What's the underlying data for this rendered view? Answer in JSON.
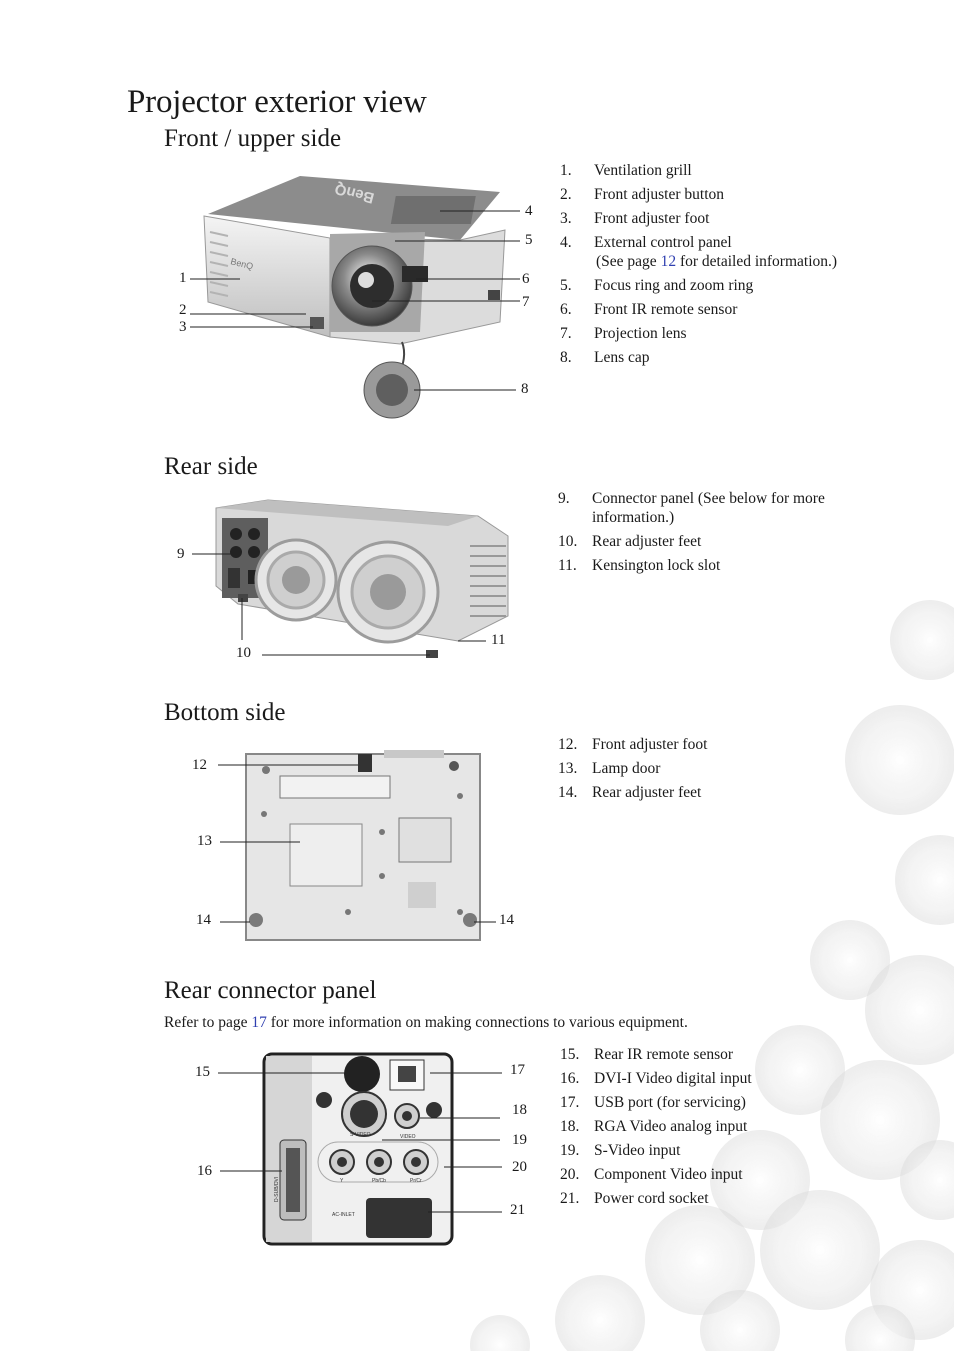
{
  "page": {
    "title": "Projector exterior view"
  },
  "sections": {
    "front": {
      "heading": "Front / upper side",
      "items": [
        {
          "num": "1.",
          "text": "Ventilation grill"
        },
        {
          "num": "2.",
          "text": "Front adjuster button"
        },
        {
          "num": "3.",
          "text": "Front adjuster foot"
        },
        {
          "num": "4.",
          "text": "External control panel"
        },
        {
          "num": "5.",
          "text": "Focus ring and zoom ring"
        },
        {
          "num": "6.",
          "text": "Front IR remote sensor"
        },
        {
          "num": "7.",
          "text": "Projection lens"
        },
        {
          "num": "8.",
          "text": "Lens cap"
        }
      ],
      "item4_detail": {
        "pre": "(See page ",
        "link": "12",
        "post": " for detailed information.)"
      },
      "callouts": [
        "1",
        "2",
        "3",
        "4",
        "5",
        "6",
        "7",
        "8"
      ],
      "logo": "BenQ"
    },
    "rear": {
      "heading": "Rear side",
      "items": [
        {
          "num": "9.",
          "text": "Connector panel (See below for more",
          "text2": "information.)"
        },
        {
          "num": "10.",
          "text": "Rear adjuster feet"
        },
        {
          "num": "11.",
          "text": "Kensington lock slot"
        }
      ],
      "callouts": [
        "9",
        "10",
        "11"
      ]
    },
    "bottom": {
      "heading": "Bottom side",
      "items": [
        {
          "num": "12.",
          "text": "Front adjuster foot"
        },
        {
          "num": "13.",
          "text": "Lamp door"
        },
        {
          "num": "14.",
          "text": "Rear adjuster feet"
        }
      ],
      "callouts": [
        "12",
        "13",
        "14",
        "14"
      ]
    },
    "connector": {
      "heading": "Rear connector panel",
      "intro": {
        "pre": "Refer to page ",
        "link": "17",
        "post": " for more information on making connections to various equipment."
      },
      "items": [
        {
          "num": "15.",
          "text": "Rear IR remote sensor"
        },
        {
          "num": "16.",
          "text": "DVI-I Video digital input"
        },
        {
          "num": "17.",
          "text": "USB port (for servicing)"
        },
        {
          "num": "18.",
          "text": "RGA Video analog input"
        },
        {
          "num": "19.",
          "text": "S-Video input"
        },
        {
          "num": "20.",
          "text": "Component Video input"
        },
        {
          "num": "21.",
          "text": "Power cord socket"
        }
      ],
      "callouts": [
        "15",
        "16",
        "17",
        "18",
        "19",
        "20",
        "21"
      ],
      "panel_labels": {
        "svideo": "S-VIDEO",
        "video": "VIDEO",
        "y": "Y",
        "pbcb": "Pb/Cb",
        "prcr": "Pr/Cr",
        "ac": "AC-INLET",
        "dvi": "D-SUB/DVI"
      }
    }
  }
}
